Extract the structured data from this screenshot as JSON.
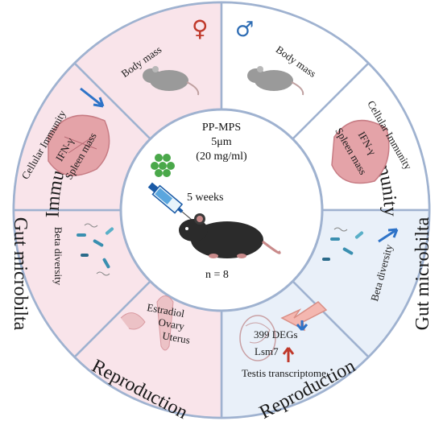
{
  "center": {
    "material": "PP-MPS",
    "size": "5μm",
    "dose": "(20 mg/ml)",
    "duration": "5 weeks",
    "sample_size": "n = 8"
  },
  "outer_ring": {
    "immunity_left": "Immunity",
    "immunity_right": "Immunity",
    "gut_left": "Gut microbilta",
    "gut_right": "Gut microbilta",
    "repro_left": "Reproduction",
    "repro_right": "Reproduction"
  },
  "female": {
    "symbol": "♀",
    "body_mass": "Body mass",
    "immunity_1": "Cellular Immunity",
    "immunity_2": "IFN-γ",
    "immunity_3": "Spleen mass",
    "gut": "Beta diversity",
    "repro_1": "Estradiol",
    "repro_2": "Ovary",
    "repro_3": "Uterus"
  },
  "male": {
    "symbol": "♂",
    "body_mass": "Body mass",
    "immunity_1": "Cellular Immunity",
    "immunity_2": "IFN-γ",
    "immunity_3": "Spleen mass",
    "gut": "Beta diversity",
    "repro_1": "399 DEGs",
    "repro_2": "Lsm7",
    "repro_3": "Testis transcriptome"
  },
  "colors": {
    "female_fill": "#f9e4ea",
    "male_fill": "#e9f0f9",
    "neutral_fill": "#ffffff",
    "border": "#9fb2d0",
    "female_symbol": "#c0392b",
    "male_symbol": "#2e6db4",
    "down_arrow": "#2e73c8",
    "up_arrow": "#c0392b",
    "particles": "#4aa84a"
  }
}
